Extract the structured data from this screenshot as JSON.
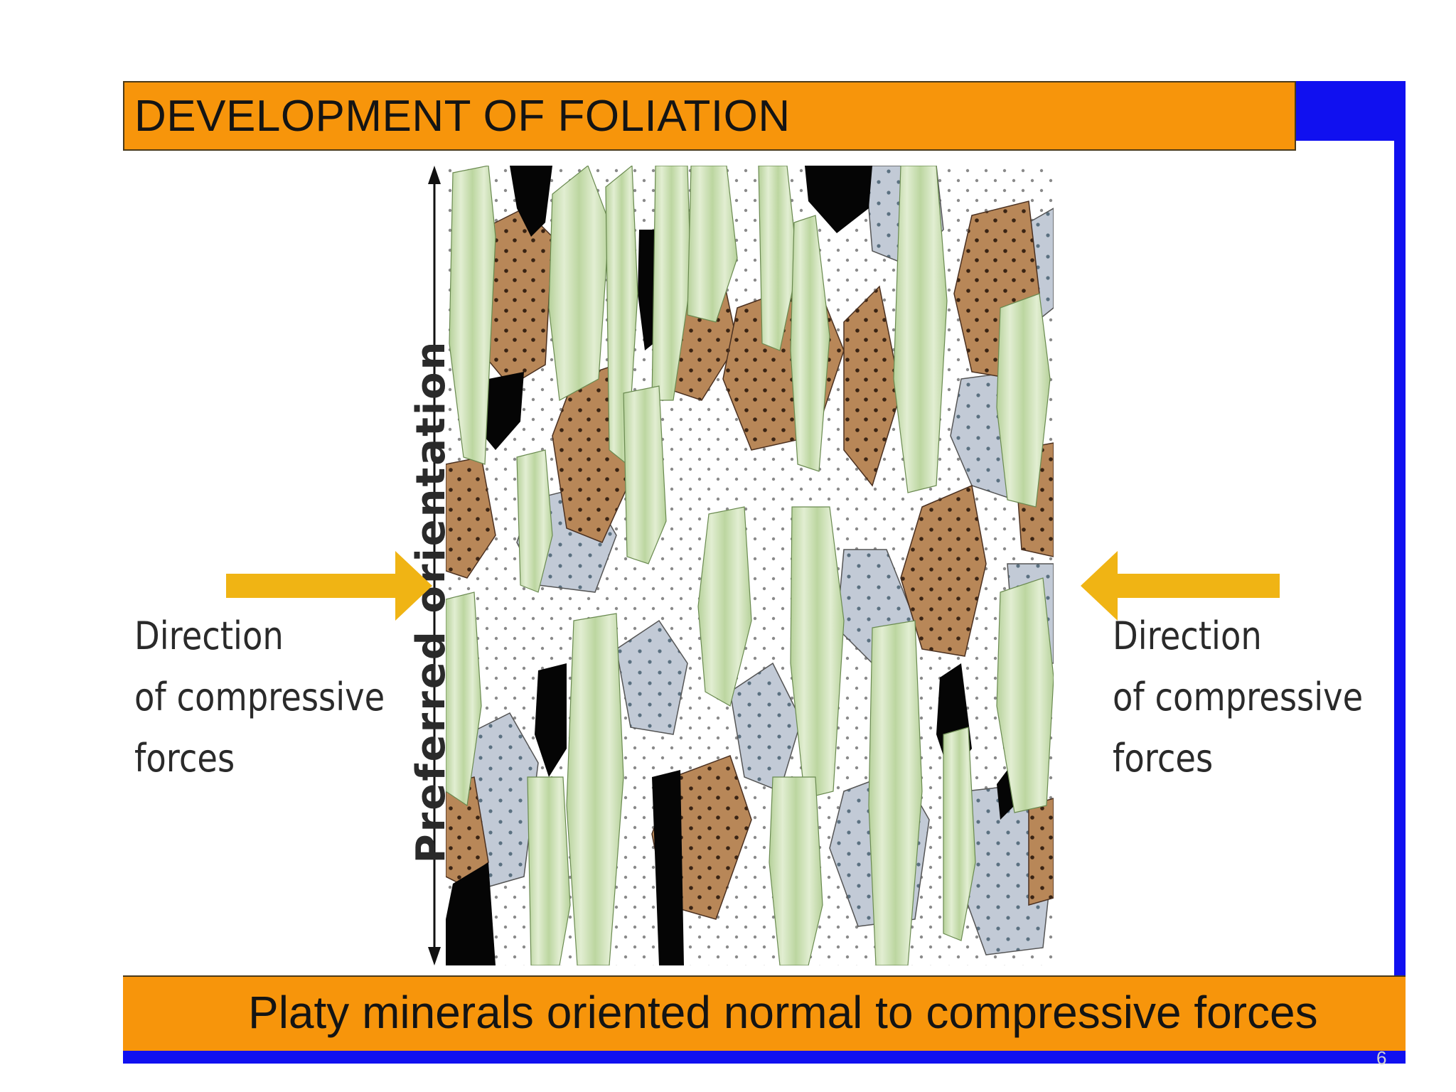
{
  "slide": {
    "title": "DEVELOPMENT OF FOLIATION",
    "caption": "Platy minerals oriented normal to compressive forces",
    "page_number": "6"
  },
  "diagram": {
    "left_label": [
      "Direction",
      "of compressive",
      "forces"
    ],
    "right_label": [
      "Direction",
      "of compressive",
      "forces"
    ],
    "axis_label": "Preferred          orientation"
  },
  "colors": {
    "title_bar": "#f7950b",
    "frame_accent": "#1010f0",
    "arrow": "#f0b414",
    "mineral_green": "#cfe2b4",
    "mineral_brown": "#b88758",
    "mineral_gray": "#c2cad6",
    "mineral_black": "#050505"
  }
}
